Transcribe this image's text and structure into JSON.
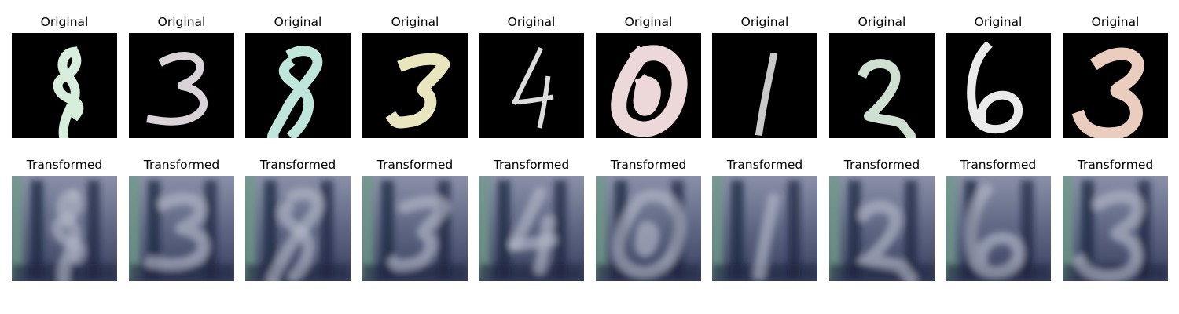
{
  "figure": {
    "top_row_title": "Original",
    "bottom_row_title": "Transformed",
    "columns": [
      {
        "digit": "8",
        "stroke_color": "#d6eedb",
        "transformed_digit": "8"
      },
      {
        "digit": "3",
        "stroke_color": "#d9d2d6",
        "transformed_digit": "3"
      },
      {
        "digit": "8",
        "stroke_color": "#c0e6dc",
        "transformed_digit": "8"
      },
      {
        "digit": "3",
        "stroke_color": "#e9e6bf",
        "transformed_digit": "3"
      },
      {
        "digit": "4",
        "stroke_color": "#dcdcdc",
        "transformed_digit": "4"
      },
      {
        "digit": "0",
        "stroke_color": "#ecd8d8",
        "transformed_digit": "0"
      },
      {
        "digit": "1",
        "stroke_color": "#c9c9c9",
        "transformed_digit": "1"
      },
      {
        "digit": "2",
        "stroke_color": "#cfe0d2",
        "transformed_digit": "2"
      },
      {
        "digit": "6",
        "stroke_color": "#eaeaea",
        "transformed_digit": "6"
      },
      {
        "digit": "3",
        "stroke_color": "#ebcdc0",
        "transformed_digit": "3"
      }
    ],
    "colors": {
      "original_background": "#000000",
      "transformed_background": "#5e6683",
      "transformed_dark": "#1e2540",
      "transformed_light": "#b3b9c8",
      "transformed_edge_tint": "#6f9a8a"
    }
  }
}
